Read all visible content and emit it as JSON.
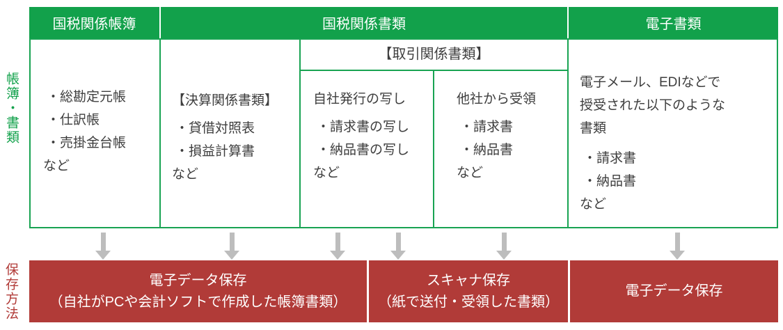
{
  "colors": {
    "green": "#12A14B",
    "red": "#B13B38",
    "arrow_gray": "#BDBDBD",
    "text": "#3E3E3E"
  },
  "row_labels": {
    "documents": "帳簿・書類",
    "storage": "保存方法"
  },
  "header": {
    "national_tax_books": "国税関係帳簿",
    "national_tax_documents": "国税関係書類",
    "electronic_documents": "電子書類"
  },
  "cells": {
    "books": {
      "items": [
        "・総勘定元帳",
        "・仕訳帳",
        "・売掛金台帳",
        "など"
      ]
    },
    "settlement": {
      "title": "【決算関係書類】",
      "items": [
        "・貸借対照表",
        "・損益計算書",
        "など"
      ]
    },
    "transaction": {
      "title": "【取引関係書類】",
      "self_issued": {
        "title": "自社発行の写し",
        "items": [
          "・請求書の写し",
          "・納品書の写し",
          "など"
        ]
      },
      "received": {
        "title": "他社から受領",
        "items": [
          "・請求書",
          "・納品書",
          "など"
        ]
      }
    },
    "electronic": {
      "description": [
        "電子メール、EDIなどで",
        "授受された以下のような",
        "書類"
      ],
      "items": [
        "・請求書",
        "・納品書",
        "など"
      ]
    }
  },
  "storage": {
    "electronic_data_left": {
      "line1": "電子データ保存",
      "line2": "（自社がPCや会計ソフトで作成した帳簿書類）"
    },
    "scanner": {
      "line1": "スキャナ保存",
      "line2": "（紙で送付・受領した書類）"
    },
    "electronic_data_right": {
      "line1": "電子データ保存"
    }
  }
}
